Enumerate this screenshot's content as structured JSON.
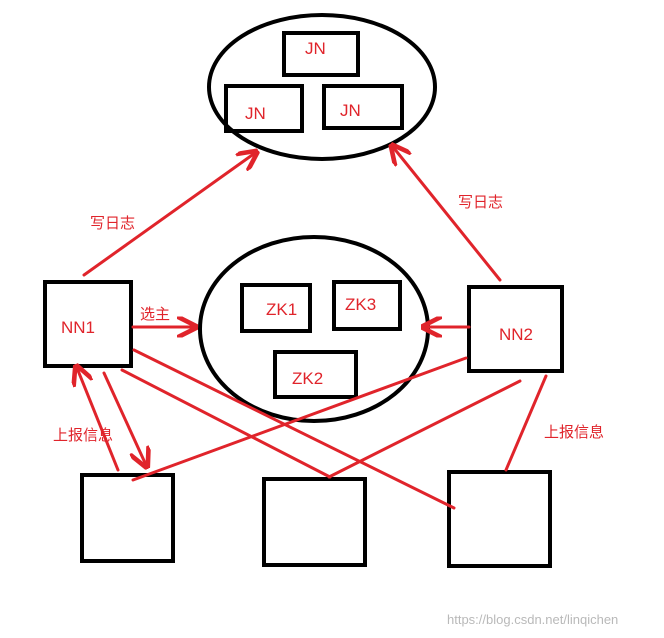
{
  "colors": {
    "stroke": "#000000",
    "accent": "#e0242b",
    "watermark": "#b9b9b9"
  },
  "journal_nodes": [
    "JN",
    "JN",
    "JN"
  ],
  "zookeeper_nodes": [
    "ZK1",
    "ZK3",
    "ZK2"
  ],
  "namenodes": [
    "NN1",
    "NN2"
  ],
  "labels": {
    "write_log_left": "写日志",
    "write_log_right": "写日志",
    "elect": "选主",
    "report_left": "上报信息",
    "report_right": "上报信息"
  },
  "watermark": "https://blog.csdn.net/linqichen"
}
